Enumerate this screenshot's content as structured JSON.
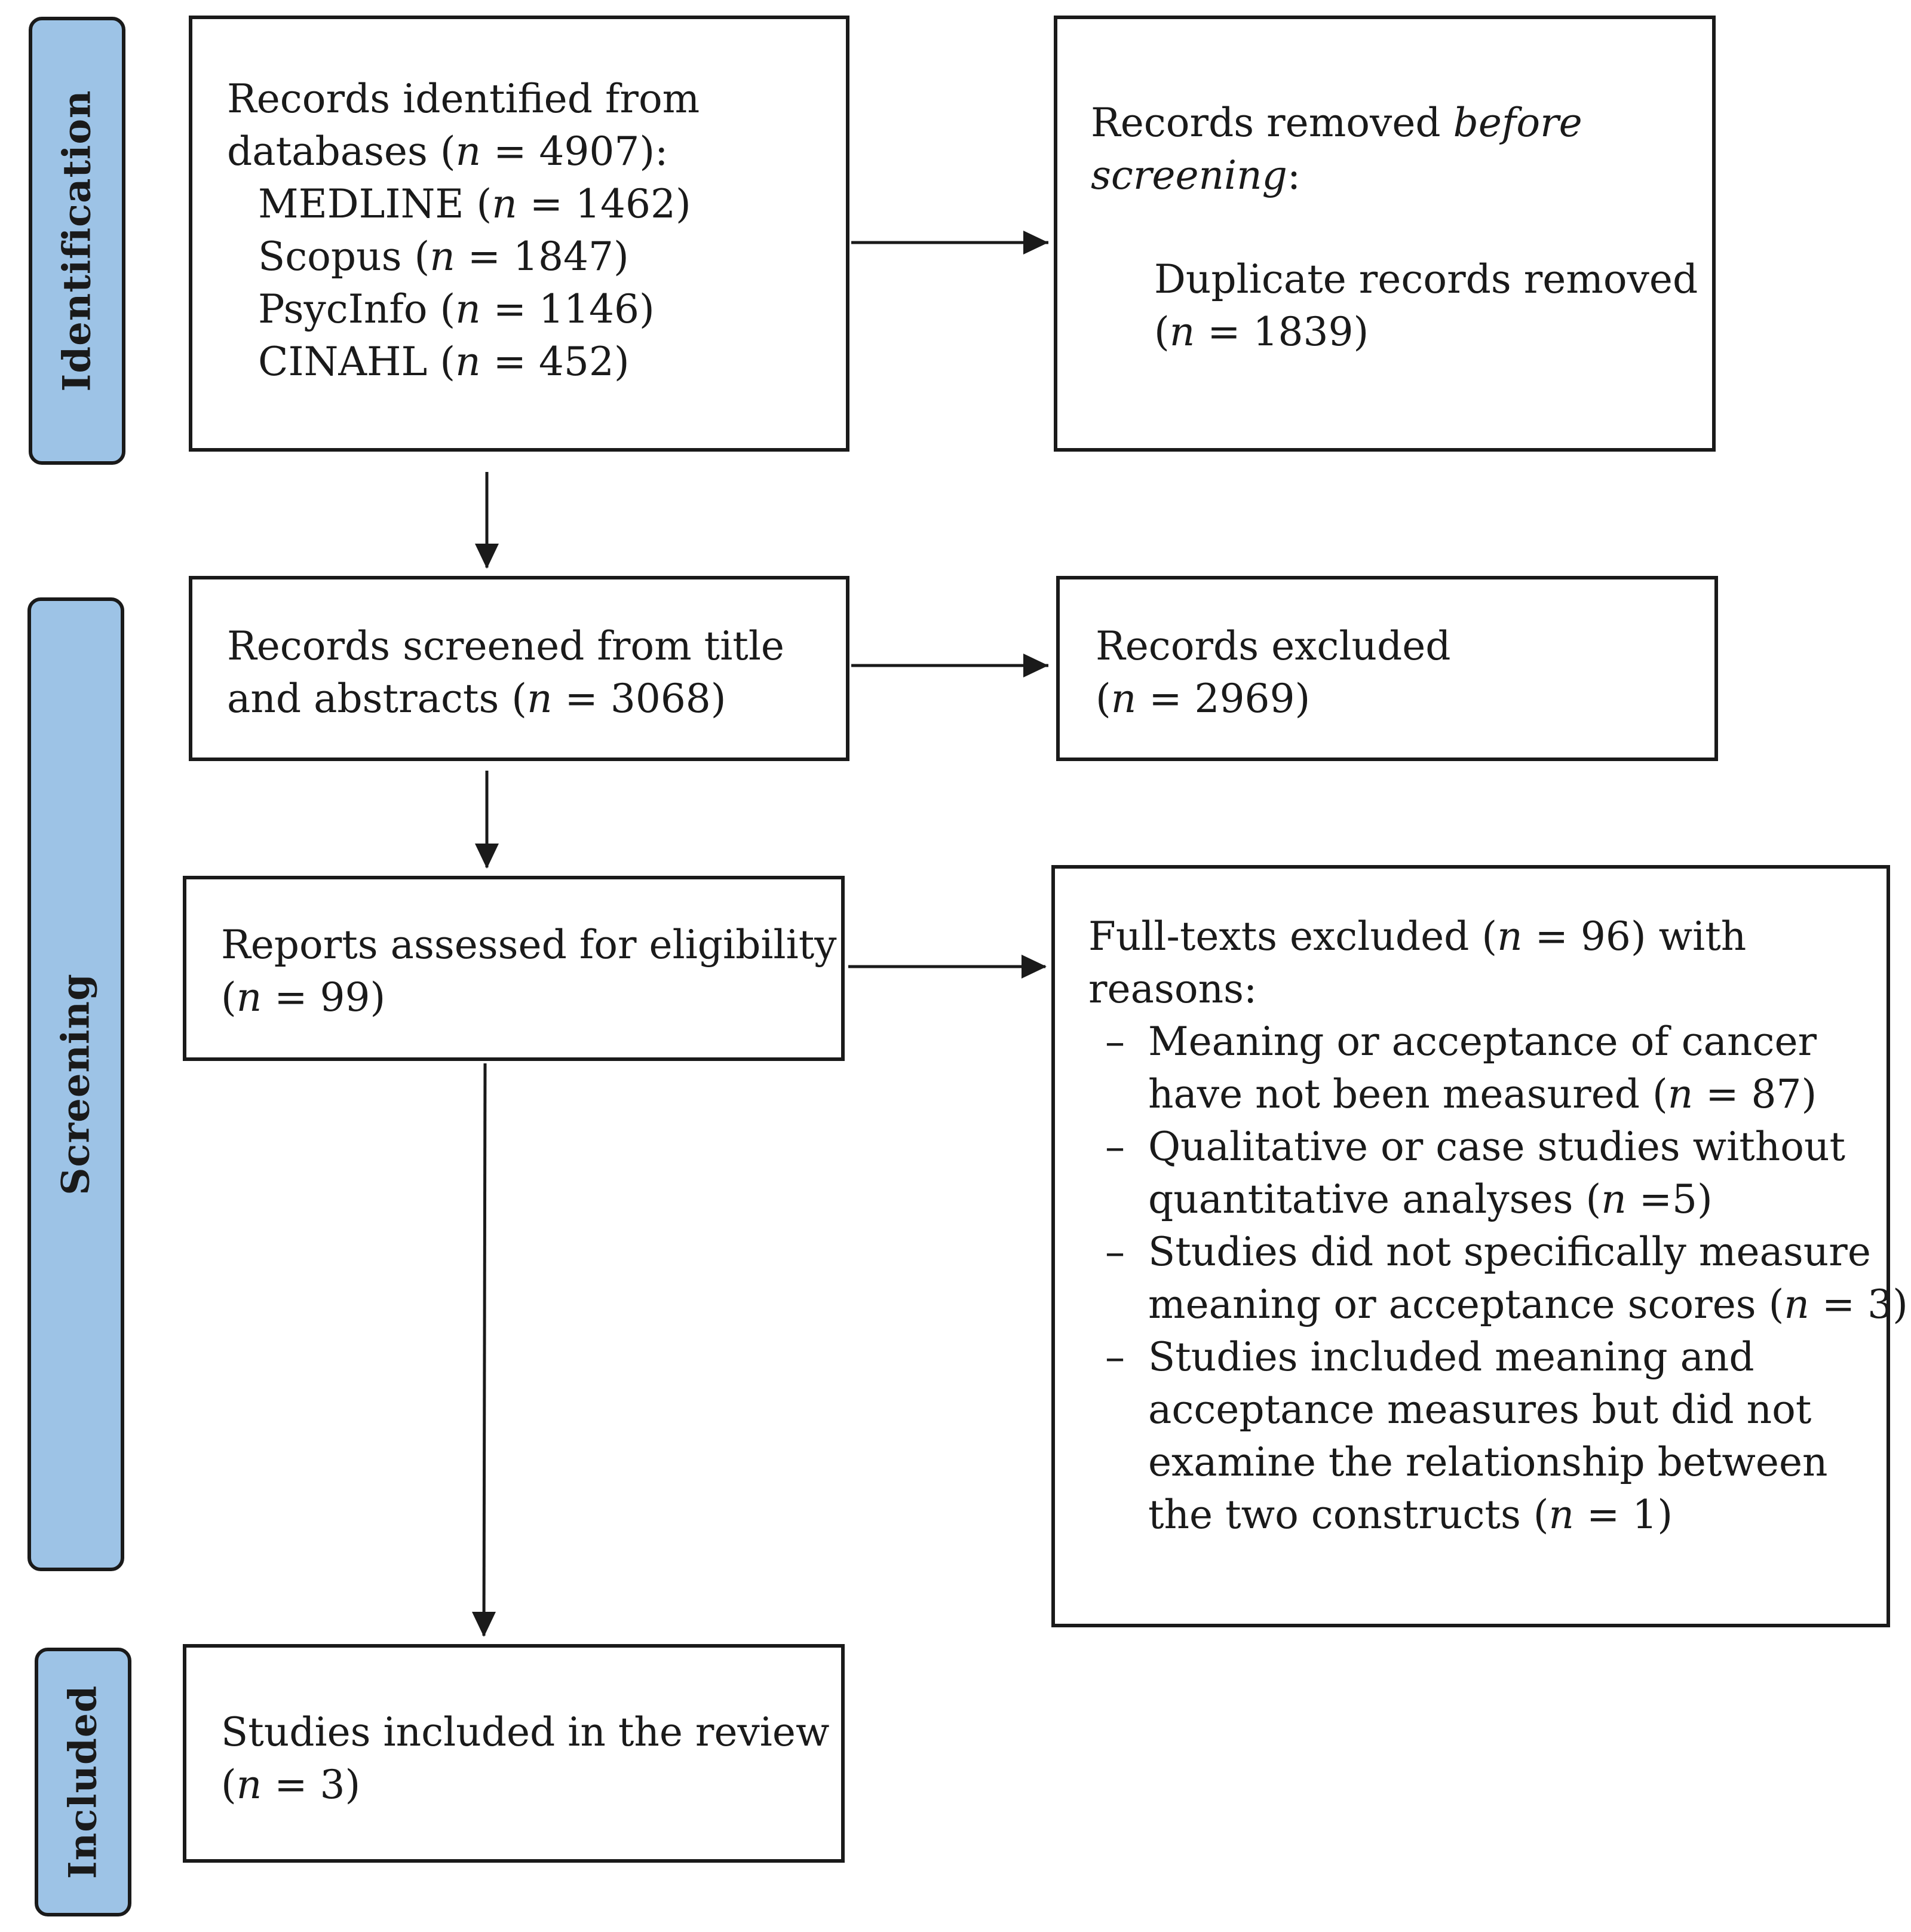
{
  "phases": {
    "identification": "Identification",
    "screening": "Screening",
    "included": "Included"
  },
  "n_symbol": "n",
  "identified": {
    "line1": "Records identified from",
    "line2_pre": "databases (",
    "line2_post": " = 4907):",
    "sources": [
      {
        "pre": "MEDLINE (",
        "post": " = 1462)"
      },
      {
        "pre": "Scopus (",
        "post": " = 1847)"
      },
      {
        "pre": "PsycInfo (",
        "post": " = 1146)"
      },
      {
        "pre": "CINAHL (",
        "post": " = 452)"
      }
    ]
  },
  "removed": {
    "line1_pre": "Records removed ",
    "line1_em": "before",
    "line2_em": "screening",
    "line2_post": ":",
    "dup_line1": "Duplicate records removed",
    "dup_pre": "(",
    "dup_post": " = 1839)"
  },
  "screened": {
    "line1": "Records screened from title",
    "line2_pre": "and abstracts (",
    "line2_post": " = 3068)"
  },
  "excluded": {
    "line1": "Records excluded",
    "line2_pre": "(",
    "line2_post": " = 2969)"
  },
  "assessed": {
    "line1": "Reports assessed for eligibility",
    "line2_pre": "(",
    "line2_post": " = 99)"
  },
  "fulltext": {
    "line1_pre": "Full-texts excluded (",
    "line1_post": " = 96) with",
    "line2": "reasons:",
    "dash": "–",
    "reasons": [
      {
        "l1": "Meaning or acceptance of cancer",
        "l2_pre": "have not been measured (",
        "l2_post": " = 87)"
      },
      {
        "l1": "Qualitative or case studies without",
        "l2_pre": "quantitative analyses (",
        "l2_post": " =5)"
      },
      {
        "l1": "Studies did not specifically measure",
        "l2_pre": "meaning or acceptance scores (",
        "l2_post": " = 3)"
      },
      {
        "l1": "Studies included meaning and",
        "l2": "acceptance measures but did not",
        "l3": "examine the relationship between",
        "l4_pre": "the two constructs (",
        "l4_post": " = 1)"
      }
    ]
  },
  "included_box": {
    "line1": "Studies included in the review",
    "line2_pre": "(",
    "line2_post": " = 3)"
  }
}
